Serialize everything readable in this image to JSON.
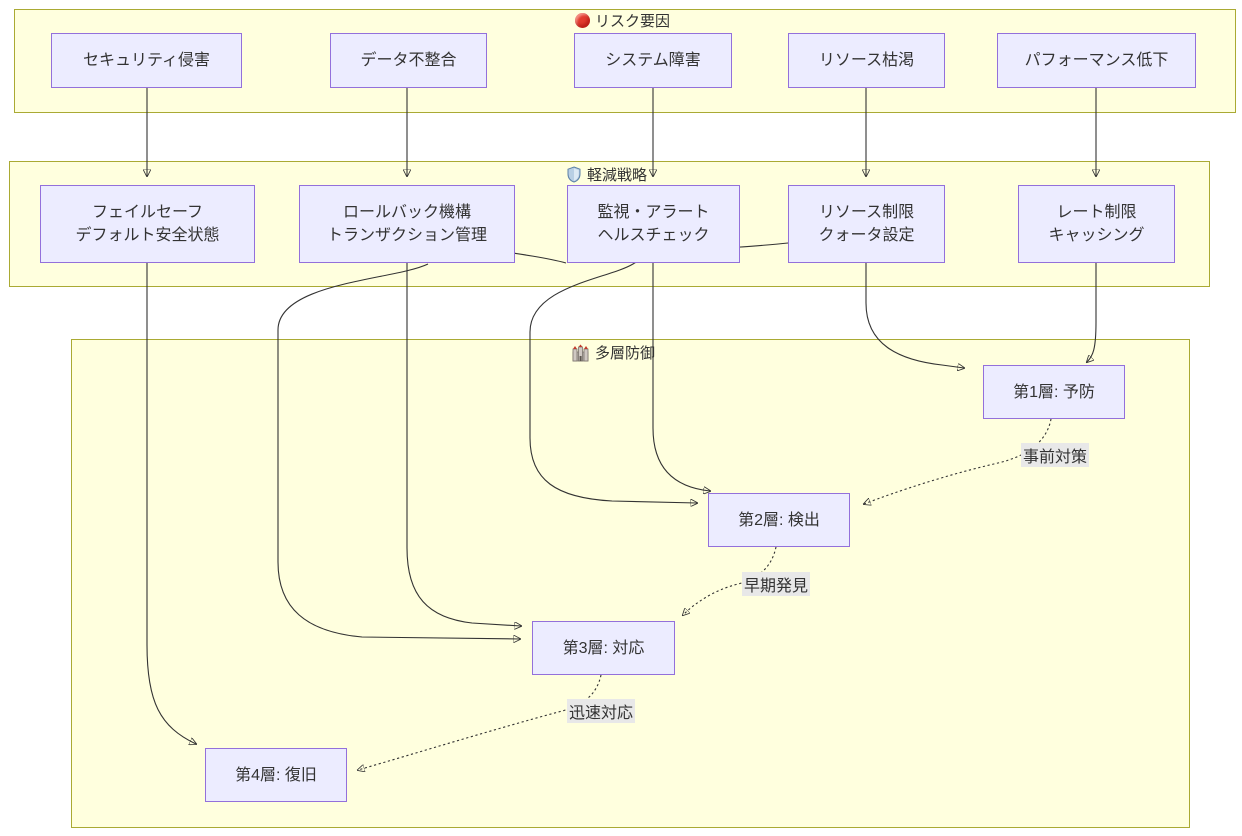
{
  "diagram_type": "flowchart",
  "sections": {
    "risks": {
      "title": "リスク要因",
      "icon": "red-circle-icon"
    },
    "strategies": {
      "title": "軽減戦略",
      "icon": "shield-icon"
    },
    "defense": {
      "title": "多層防御",
      "icon": "castle-icon"
    }
  },
  "risk_nodes": [
    {
      "label": "セキュリティ侵害"
    },
    {
      "label": "データ不整合"
    },
    {
      "label": "システム障害"
    },
    {
      "label": "リソース枯渇"
    },
    {
      "label": "パフォーマンス低下"
    }
  ],
  "strategy_nodes": [
    {
      "line1": "フェイルセーフ",
      "line2": "デフォルト安全状態"
    },
    {
      "line1": "ロールバック機構",
      "line2": "トランザクション管理"
    },
    {
      "line1": "監視・アラート",
      "line2": "ヘルスチェック"
    },
    {
      "line1": "リソース制限",
      "line2": "クォータ設定"
    },
    {
      "line1": "レート制限",
      "line2": "キャッシング"
    }
  ],
  "defense_nodes": [
    {
      "label": "第1層: 予防"
    },
    {
      "label": "第2層: 検出"
    },
    {
      "label": "第3層: 対応"
    },
    {
      "label": "第4層: 復旧"
    }
  ],
  "edge_labels": [
    {
      "text": "事前対策"
    },
    {
      "text": "早期発見"
    },
    {
      "text": "迅速対応"
    }
  ],
  "colors": {
    "section_fill": "#ffffde",
    "section_border": "#aaaa33",
    "node_fill": "#ECECFF",
    "node_border": "#9370DB",
    "edge": "#333333",
    "edge_label_bg": "#e8e8e8",
    "risk_icon": "#e23b2e",
    "text": "#333333"
  }
}
